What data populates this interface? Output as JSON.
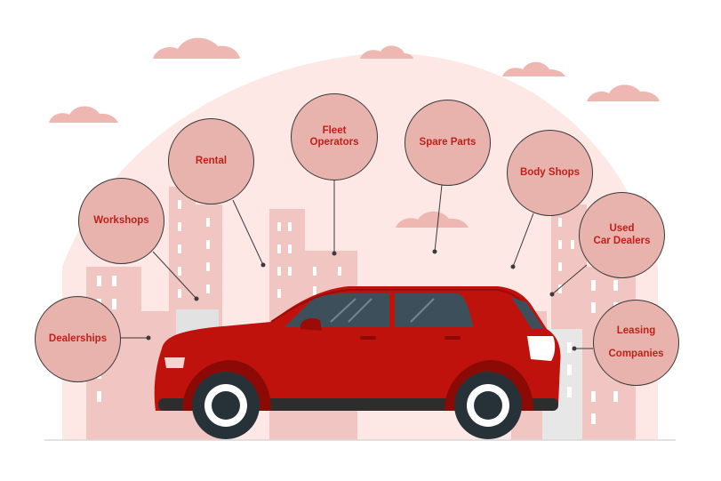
{
  "colors": {
    "bubble_fill": "#e9b3ad",
    "label_text": "#c0201a",
    "car_body": "#c0120c",
    "building": "#f1c5c2",
    "background_blob": "#fde8e6",
    "cloud": "#efb7b2"
  },
  "diagram": {
    "center_item": "car-illustration",
    "nodes": [
      {
        "id": "dealerships",
        "label": "Dealerships"
      },
      {
        "id": "workshops",
        "label": "Workshops"
      },
      {
        "id": "rental",
        "label": "Rental"
      },
      {
        "id": "fleet_operators",
        "label": "Fleet\nOperators"
      },
      {
        "id": "spare_parts",
        "label": "Spare Parts"
      },
      {
        "id": "body_shops",
        "label": "Body Shops"
      },
      {
        "id": "used_car_dealers",
        "label": "Used\nCar Dealers"
      },
      {
        "id": "leasing_companies",
        "label": "Leasing\n\nCompanies"
      }
    ]
  }
}
